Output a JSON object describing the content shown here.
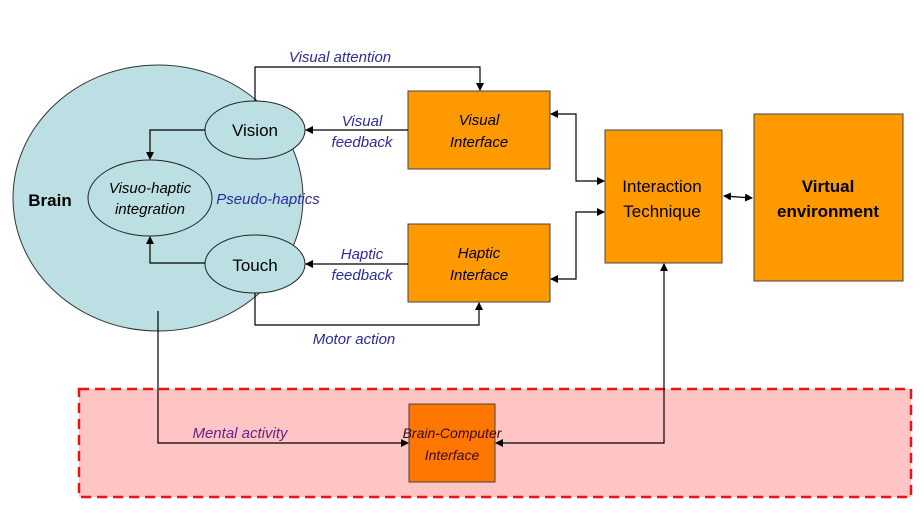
{
  "colors": {
    "brain_fill": "#bcdfe3",
    "box_fill": "#ff9900",
    "bci_fill": "#ff7700",
    "bci_zone_fill": "#ffc4c4",
    "bci_zone_border": "#ee1111",
    "edge_label": "#2b2b9c",
    "mental_label": "#6a1f8a",
    "line": "#000000"
  },
  "brain": {
    "label": "Brain",
    "vision": "Vision",
    "touch": "Touch",
    "integration_line1": "Visuo-haptic",
    "integration_line2": "integration",
    "pseudo_haptics": "Pseudo-haptics"
  },
  "boxes": {
    "visual_interface": [
      "Visual",
      "Interface"
    ],
    "haptic_interface": [
      "Haptic",
      "Interface"
    ],
    "interaction_technique": [
      "Interaction",
      "Technique"
    ],
    "virtual_environment": [
      "Virtual",
      "environment"
    ],
    "bci": [
      "Brain-Computer",
      "Interface"
    ]
  },
  "edges": {
    "visual_attention": "Visual attention",
    "visual_feedback": [
      "Visual",
      "feedback"
    ],
    "haptic_feedback": [
      "Haptic",
      "feedback"
    ],
    "motor_action": "Motor action",
    "mental_activity": "Mental activity"
  }
}
